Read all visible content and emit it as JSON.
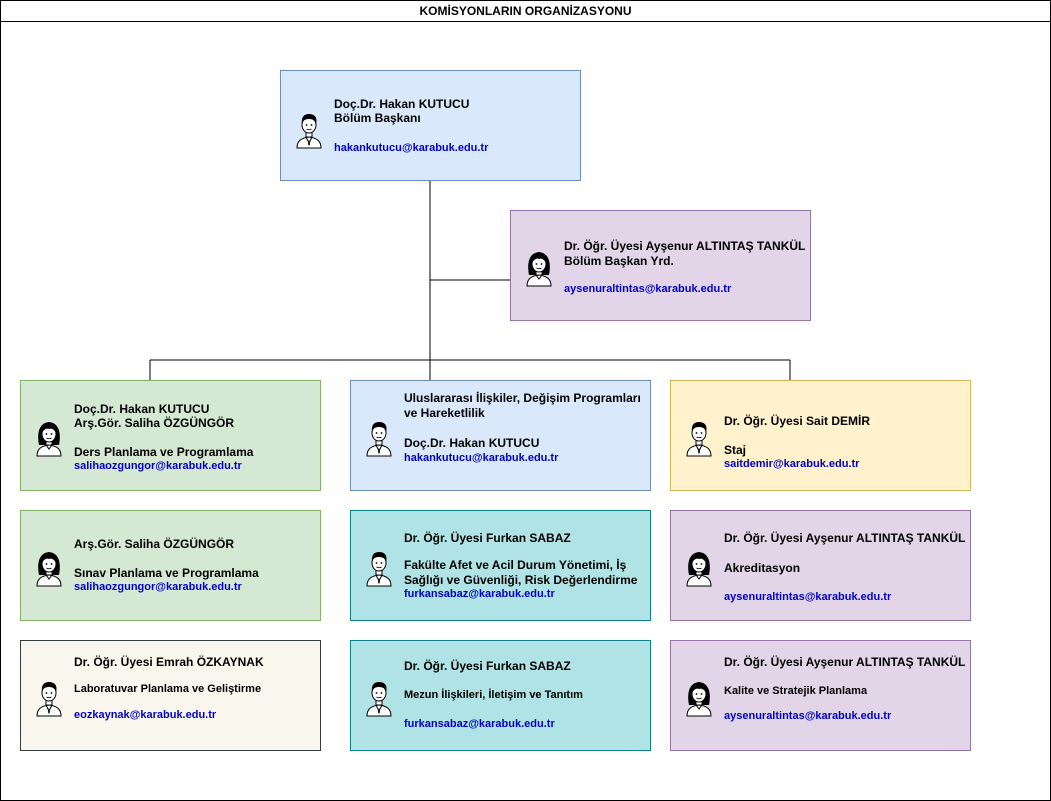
{
  "title": "KOMİSYONLARIN ORGANİZASYONU",
  "colors": {
    "blue": "#dae8fc",
    "purple": "#e1d5e7",
    "green": "#d5e8d4",
    "yellow": "#fff2cc",
    "teal": "#b0e3e6",
    "cream": "#f9f7ed",
    "email": "#0000cc"
  },
  "head": {
    "name": "Doç.Dr. Hakan KUTUCU",
    "role": "Bölüm Başkanı",
    "email": "hakankutucu@karabuk.edu.tr",
    "icon": "male-avatar-icon"
  },
  "deputy": {
    "name": "Dr. Öğr. Üyesi Ayşenur ALTINTAŞ TANKÜL",
    "role": "Bölüm Başkan Yrd.",
    "email": "aysenuraltintas@karabuk.edu.tr",
    "icon": "female-avatar-icon"
  },
  "row1": {
    "ders": {
      "name1": "Doç.Dr. Hakan KUTUCU",
      "name2": "Arş.Gör. Saliha ÖZGÜNGÖR",
      "commission": "Ders Planlama ve Programlama",
      "email": "salihaozgungor@karabuk.edu.tr",
      "icon": "female-avatar-icon"
    },
    "uluslararasi": {
      "commission": "Uluslararası İlişkiler, Değişim Programları ve Hareketlilik",
      "name": "Doç.Dr. Hakan KUTUCU",
      "email": "hakankutucu@karabuk.edu.tr",
      "icon": "male-avatar-icon"
    },
    "staj": {
      "name": "Dr. Öğr. Üyesi Sait DEMİR",
      "commission": "Staj",
      "email": "saitdemir@karabuk.edu.tr",
      "icon": "male-avatar-icon"
    }
  },
  "row2": {
    "sinav": {
      "name": "Arş.Gör. Saliha ÖZGÜNGÖR",
      "commission": "Sınav Planlama ve Programlama",
      "email": "salihaozgungor@karabuk.edu.tr",
      "icon": "female-avatar-icon"
    },
    "afet": {
      "name": "Dr. Öğr. Üyesi Furkan SABAZ",
      "commission_line1": "Fakülte Afet ve Acil Durum Yönetimi, İş",
      "commission_line2": "Sağlığı ve Güvenliği, Risk Değerlendirme",
      "email": "furkansabaz@karabuk.edu.tr",
      "icon": "male-avatar-icon"
    },
    "akreditasyon": {
      "name": "Dr. Öğr. Üyesi Ayşenur ALTINTAŞ TANKÜL",
      "commission": "Akreditasyon",
      "email": "aysenuraltintas@karabuk.edu.tr",
      "icon": "female-avatar-icon"
    }
  },
  "row3": {
    "lab": {
      "name": "Dr. Öğr. Üyesi Emrah ÖZKAYNAK",
      "commission": "Laboratuvar Planlama ve Geliştirme",
      "email": "eozkaynak@karabuk.edu.tr",
      "icon": "male-avatar-icon"
    },
    "mezun": {
      "name": "Dr. Öğr. Üyesi Furkan SABAZ",
      "commission": "Mezun İlişkileri, İletişim ve Tanıtım",
      "email": "furkansabaz@karabuk.edu.tr",
      "icon": "male-avatar-icon"
    },
    "kalite": {
      "name": "Dr. Öğr. Üyesi Ayşenur ALTINTAŞ TANKÜL",
      "commission": "Kalite ve Stratejik Planlama",
      "email": "aysenuraltintas@karabuk.edu.tr",
      "icon": "female-avatar-icon"
    }
  }
}
